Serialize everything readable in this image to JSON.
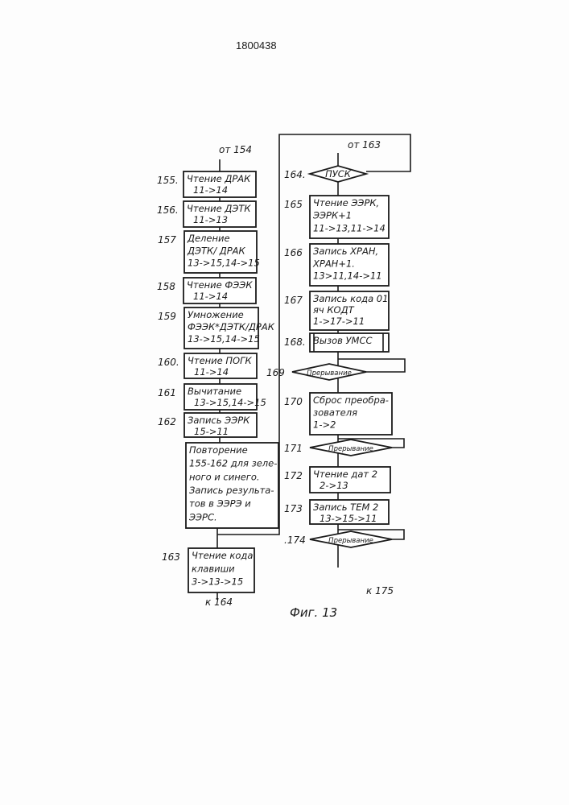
{
  "document_number": "1800438",
  "figure_caption": "Фиг. 13",
  "left_column": {
    "entry": "от 154",
    "exit": "к 164",
    "nodes": [
      {
        "id": "155",
        "label": "155.",
        "lines": [
          "Чтение ДРАК",
          "11->14"
        ]
      },
      {
        "id": "156",
        "label": "156.",
        "lines": [
          "Чтение ДЭТК",
          "11->13"
        ]
      },
      {
        "id": "157",
        "label": "157",
        "lines": [
          "Деление",
          "ДЭТК/ ДРАК",
          "13->15,14->15"
        ]
      },
      {
        "id": "158",
        "label": "158",
        "lines": [
          "Чтение ФЭЭК",
          "11->14"
        ]
      },
      {
        "id": "159",
        "label": "159",
        "lines": [
          "Умножение",
          "ФЭЭК*ДЭТК/ДРАК",
          "13->15,14->15"
        ]
      },
      {
        "id": "160",
        "label": "160.",
        "lines": [
          "Чтение ПОГК",
          "11->14"
        ]
      },
      {
        "id": "161",
        "label": "161",
        "lines": [
          "Вычитание",
          "13->15,14->15"
        ]
      },
      {
        "id": "162",
        "label": "162",
        "lines": [
          "Запись ЭЭРК",
          "15->11"
        ]
      },
      {
        "id": "rep",
        "label": "",
        "lines": [
          "Повторение",
          "155-162 для зеле-",
          "ного и синего.",
          "Запись результа-",
          "тов в ЭЭРЭ и",
          "ЭЭРС."
        ]
      },
      {
        "id": "163",
        "label": "163",
        "lines": [
          "Чтение кода",
          "клавиши",
          "3->13->15"
        ]
      }
    ]
  },
  "right_column": {
    "entry": "от 163",
    "exit": "к 175",
    "nodes": [
      {
        "id": "164",
        "label": "164.",
        "shape": "diamond",
        "lines": [
          "ПУСК"
        ]
      },
      {
        "id": "165",
        "label": "165",
        "lines": [
          "Чтение ЭЭРК,",
          "ЭЭРК+1",
          "11->13,11->14"
        ]
      },
      {
        "id": "166",
        "label": "166",
        "lines": [
          "Запись ХРАН,",
          "ХРАН+1.",
          "13>11,14->11"
        ]
      },
      {
        "id": "167",
        "label": "167",
        "lines": [
          "Запись кода 01",
          "яч КОДТ",
          "1->17->11"
        ]
      },
      {
        "id": "168",
        "label": "168.",
        "shape": "subroutine",
        "lines": [
          "Вызов УМСС"
        ]
      },
      {
        "id": "169",
        "label": "169",
        "shape": "diamond",
        "lines": [
          "Прерывание"
        ]
      },
      {
        "id": "170",
        "label": "170",
        "lines": [
          "Сброс преобра-",
          "зователя",
          "1->2"
        ]
      },
      {
        "id": "171",
        "label": "171",
        "shape": "diamond",
        "lines": [
          "Прерывание"
        ]
      },
      {
        "id": "172",
        "label": "172",
        "lines": [
          "Чтение дат 2",
          "2->13"
        ]
      },
      {
        "id": "173",
        "label": "173",
        "lines": [
          "Запись ТЕМ 2",
          "13->15->11"
        ]
      },
      {
        "id": "174",
        "label": ".174",
        "shape": "diamond",
        "lines": [
          "Прерывание"
        ]
      }
    ]
  }
}
